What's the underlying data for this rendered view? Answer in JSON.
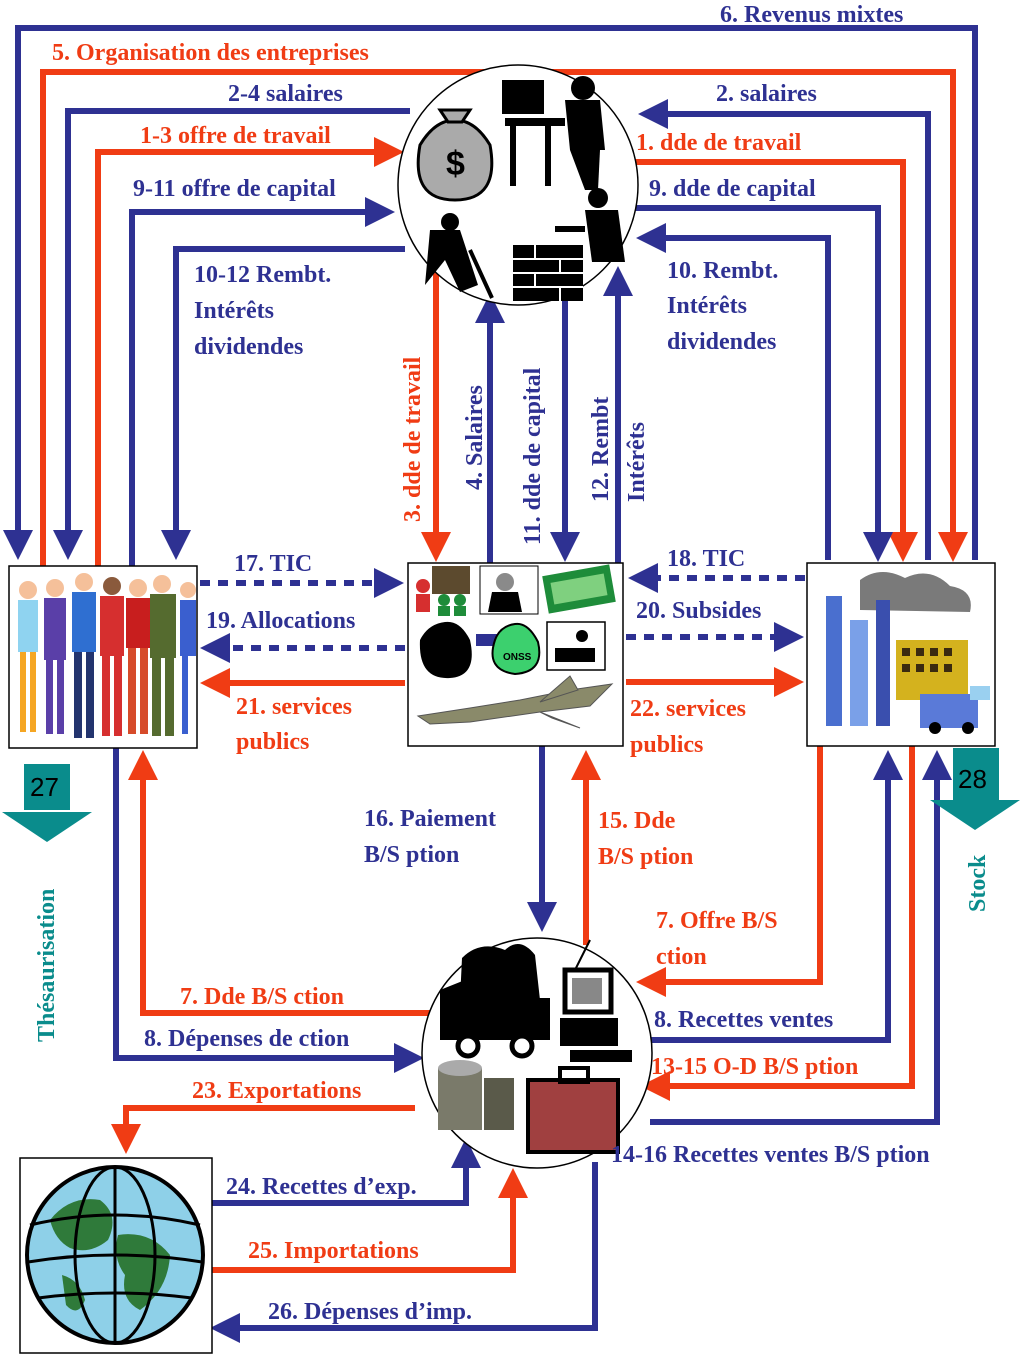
{
  "colors": {
    "blue": "#2e3192",
    "red": "#f03c14",
    "teal": "#0a8c8c"
  },
  "nodes": {
    "households": {
      "icon": "people-group-icon"
    },
    "banks": {
      "icon": "money-bag-workers-icon"
    },
    "state": {
      "icon": "government-services-icon"
    },
    "firms": {
      "icon": "factory-icon"
    },
    "market": {
      "icon": "truck-computer-goods-icon"
    },
    "rest_of_world": {
      "icon": "globe-icon"
    }
  },
  "labels": {
    "l6": "6. Revenus mixtes",
    "l5": "5. Organisation des entreprises",
    "l24s": "2-4 salaires",
    "l2s": "2. salaires",
    "l13": "1-3 offre de travail",
    "l1": "1. dde de travail",
    "l911": "9-11 offre de capital",
    "l9": "9. dde de capital",
    "l1012_a": "10-12 Rembt.",
    "l1012_b": "Intérêts",
    "l1012_c": "dividendes",
    "l10_a": "10. Rembt.",
    "l10_b": "Intérêts",
    "l10_c": "dividendes",
    "l3v": "3. dde de travail",
    "l4v": "4. Salaires",
    "l11v": "11. dde de capital",
    "l12v_a": "12. Rembt",
    "l12v_b": "Intérêts",
    "l17": "17. TIC",
    "l18": "18. TIC",
    "l19": "19. Allocations",
    "l20": "20. Subsides",
    "l21_a": "21.  services",
    "l21_b": "publics",
    "l22_a": "22.  services",
    "l22_b": "publics",
    "l27": "27",
    "l28": "28",
    "l_thes": "Thésaurisation",
    "l_stock": "Stock",
    "l16_a": "16. Paiement",
    "l16_b": "B/S ption",
    "l15_a": "15. Dde",
    "l15_b": "B/S ption",
    "l7o_a": "7. Offre B/S",
    "l7o_b": "ction",
    "l7d": "7. Dde B/S ction",
    "l8r": "8. Recettes ventes",
    "l8d": "8. Dépenses de ction",
    "l1315": "13-15 O-D B/S ption",
    "l23": "23. Exportations",
    "l1416": "14-16 Recettes ventes B/S ption",
    "l24": "24. Recettes d’exp.",
    "l25": "25. Importations",
    "l26": "26. Dépenses d’imp."
  }
}
